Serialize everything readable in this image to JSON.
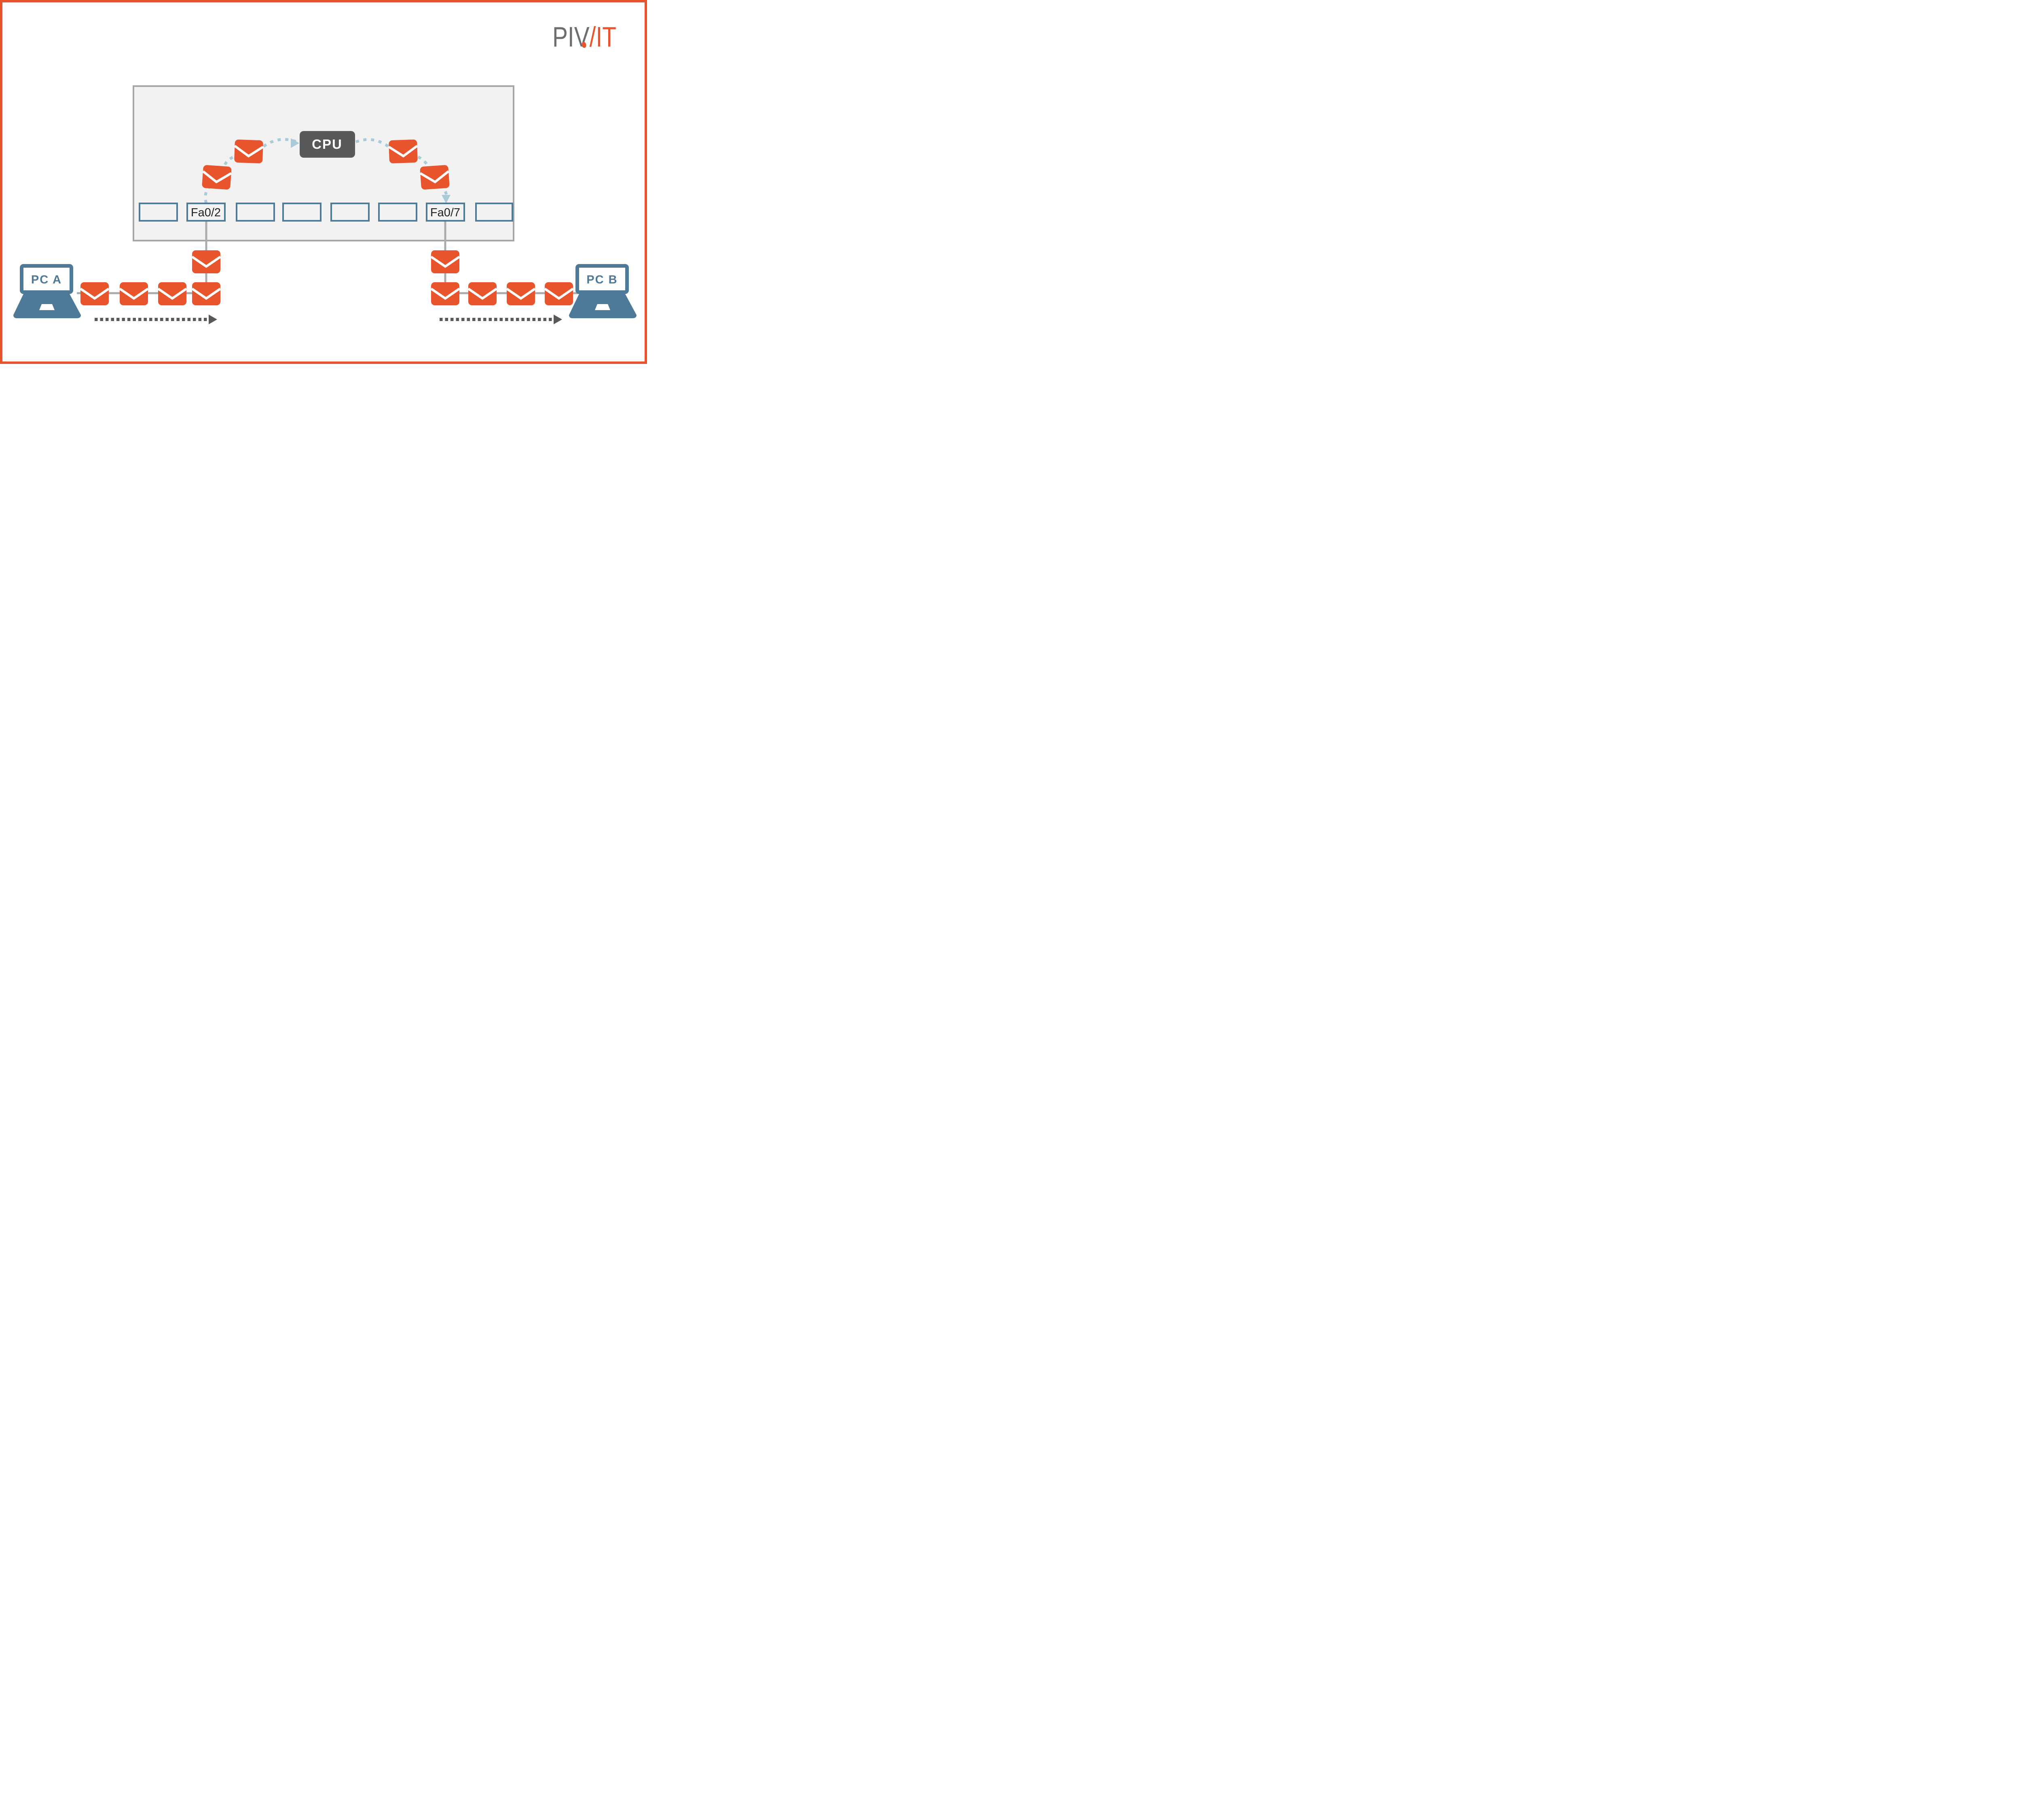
{
  "logo": {
    "gray_text": "PIV",
    "slash": "/",
    "orange_text": "IT"
  },
  "switch": {
    "cpu_label": "CPU",
    "ports": [
      {
        "label": ""
      },
      {
        "label": "Fa0/2"
      },
      {
        "label": ""
      },
      {
        "label": ""
      },
      {
        "label": ""
      },
      {
        "label": ""
      },
      {
        "label": "Fa0/7"
      },
      {
        "label": ""
      }
    ]
  },
  "devices": {
    "pc_a_label": "PC A",
    "pc_b_label": "PC B"
  },
  "icons": {
    "envelope": "mail-envelope-icon",
    "laptop": "laptop-icon",
    "cpu": "cpu-box",
    "flow": "dashed-arrow"
  },
  "colors": {
    "frame_orange": "#E8542B",
    "envelope_orange": "#E8542B",
    "steel_blue": "#4D7A98",
    "cpu_dark_gray": "#58595B",
    "switch_border_gray": "#A6A6A6",
    "switch_fill": "#F2F2F3",
    "link_gray": "#ABABAB",
    "flow_light_blue": "#A9CBD9",
    "logo_gray": "#6D6E71"
  }
}
